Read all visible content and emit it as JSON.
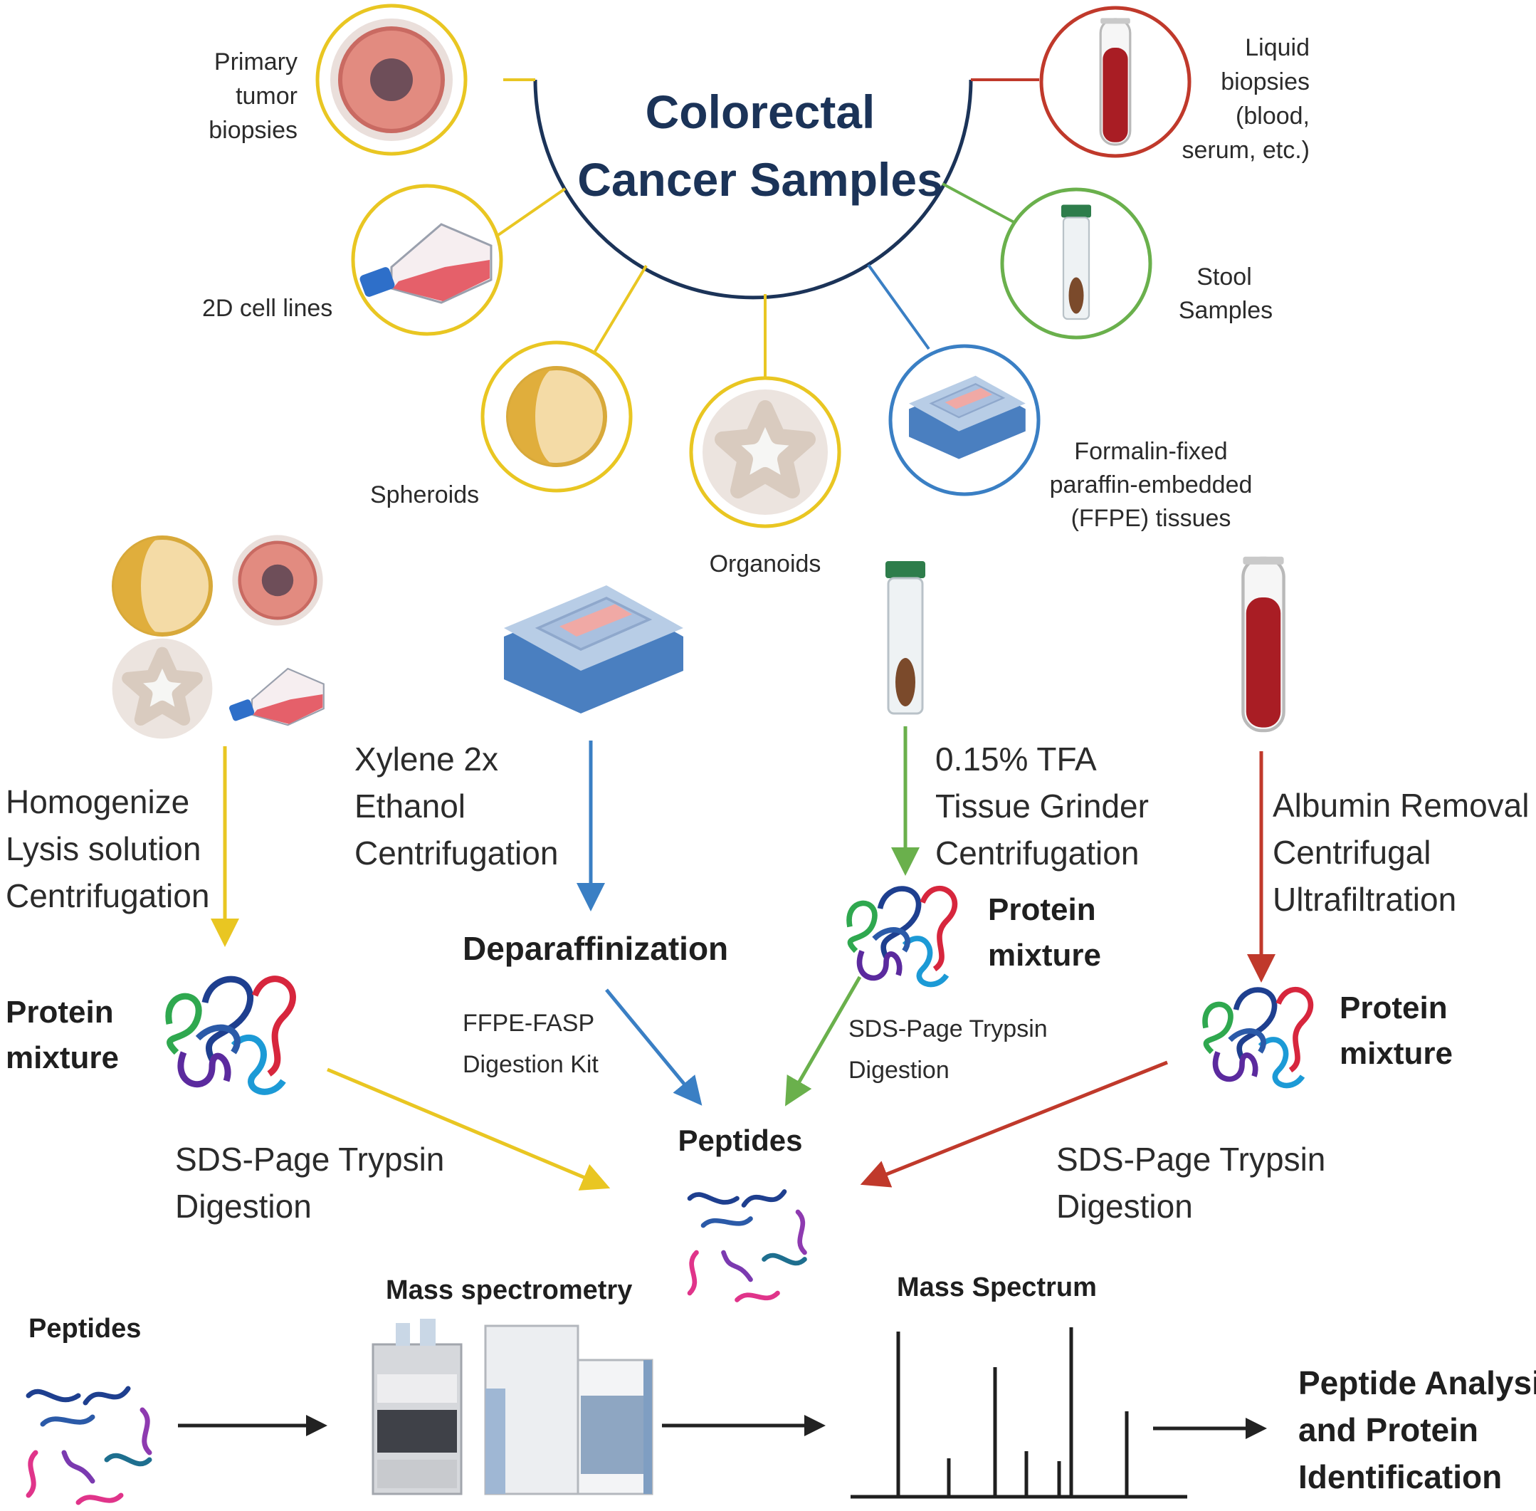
{
  "title": {
    "line1": "Colorectal",
    "line2": "Cancer Samples"
  },
  "samples": {
    "primary": [
      "Primary",
      "tumor",
      "biopsies"
    ],
    "cell_lines": "2D cell lines",
    "spheroids": "Spheroids",
    "organoids": "Organoids",
    "ffpe": [
      "Formalin-fixed",
      "paraffin-embedded",
      "(FFPE) tissues"
    ],
    "stool": [
      "Stool",
      "Samples"
    ],
    "liquid": [
      "Liquid",
      "biopsies",
      "(blood,",
      "serum,  etc.)"
    ]
  },
  "workflow": {
    "cells_steps": [
      "Homogenize",
      "Lysis solution",
      "Centrifugation"
    ],
    "ffpe_steps": [
      "Xylene 2x",
      "Ethanol",
      "Centrifugation"
    ],
    "stool_steps": [
      "0.15% TFA",
      "Tissue Grinder",
      "Centrifugation"
    ],
    "blood_steps": [
      "Albumin Removal",
      "Centrifugal",
      "Ultrafiltration"
    ],
    "deparaffinization": "Deparaffinization",
    "protein_mixture": [
      "Protein",
      "mixture"
    ],
    "kit": [
      "FFPE-FASP",
      "Digestion Kit"
    ],
    "digestion": [
      "SDS-Page Trypsin",
      "Digestion"
    ],
    "peptides": "Peptides"
  },
  "bottom": {
    "peptides": "Peptides",
    "ms": "Mass spectrometry",
    "spectrum": "Mass Spectrum",
    "result": [
      "Peptide Analysis",
      "and Protein",
      "Identification"
    ]
  },
  "colors": {
    "yellow": "#e9c622",
    "blue": "#3a7fc4",
    "green": "#6ab04c",
    "red": "#c0392b",
    "navy": "#1b3358",
    "black": "#222222"
  }
}
